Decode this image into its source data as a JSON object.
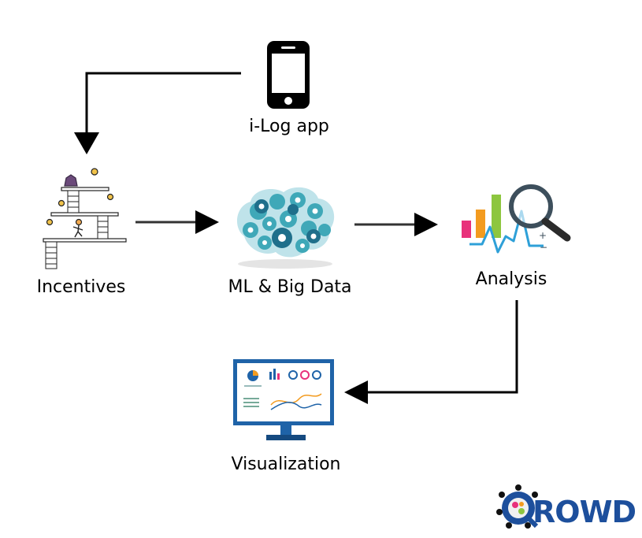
{
  "nodes": {
    "ilog": {
      "label": "i-Log app",
      "icon": "smartphone-icon"
    },
    "incentives": {
      "label": "Incentives",
      "icon": "climbing-figure-icon"
    },
    "ml": {
      "label": "ML & Big Data",
      "icon": "gear-brain-icon"
    },
    "analysis": {
      "label": "Analysis",
      "icon": "chart-magnifier-icon"
    },
    "visualization": {
      "label": "Visualization",
      "icon": "monitor-dashboard-icon"
    }
  },
  "edges": [
    {
      "from": "ilog",
      "to": "incentives"
    },
    {
      "from": "incentives",
      "to": "ml"
    },
    {
      "from": "ml",
      "to": "analysis"
    },
    {
      "from": "analysis",
      "to": "visualization"
    }
  ],
  "logo": {
    "text": "ROWD",
    "icon": "qrowd-logo-icon",
    "color": "#1d4f9c"
  },
  "colors": {
    "arrow": "#000000",
    "arrow_line": "#333333",
    "gear_teal": "#3fa8b8",
    "gear_dark": "#1f6f8b",
    "monitor_blue": "#1f63a8"
  }
}
